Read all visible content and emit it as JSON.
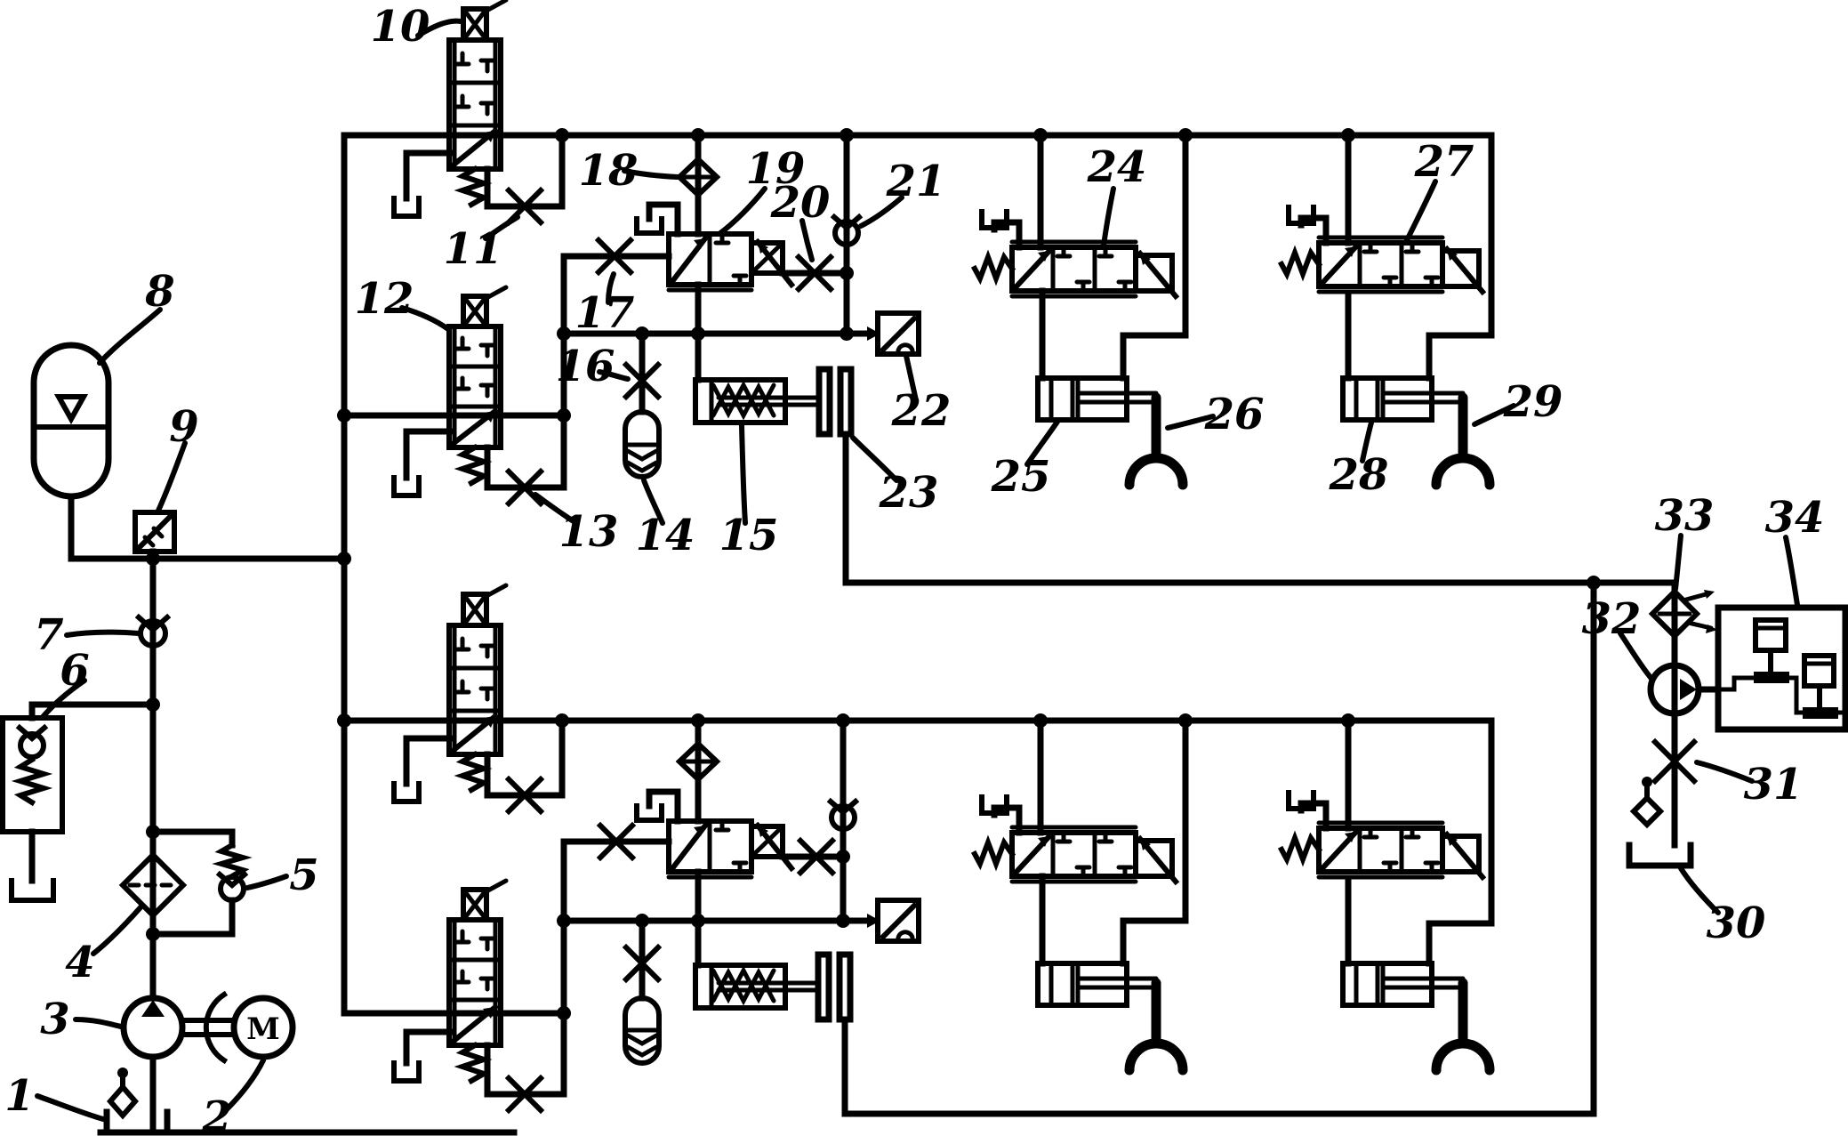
{
  "figure": {
    "background_color": "#ffffff",
    "ink_color": "#000000",
    "motor_letter": "M"
  },
  "labels": {
    "n1": {
      "text": "1"
    },
    "n2": {
      "text": "2"
    },
    "n3": {
      "text": "3"
    },
    "n4": {
      "text": "4"
    },
    "n5": {
      "text": "5"
    },
    "n6": {
      "text": "6"
    },
    "n7": {
      "text": "7"
    },
    "n8": {
      "text": "8"
    },
    "n9": {
      "text": "9"
    },
    "n10": {
      "text": "10"
    },
    "n11": {
      "text": "11"
    },
    "n12": {
      "text": "12"
    },
    "n13": {
      "text": "13"
    },
    "n14": {
      "text": "14"
    },
    "n15": {
      "text": "15"
    },
    "n16": {
      "text": "16"
    },
    "n17": {
      "text": "17"
    },
    "n18": {
      "text": "18"
    },
    "n19": {
      "text": "19"
    },
    "n20": {
      "text": "20"
    },
    "n21": {
      "text": "21"
    },
    "n22": {
      "text": "22"
    },
    "n23": {
      "text": "23"
    },
    "n24": {
      "text": "24"
    },
    "n25": {
      "text": "25"
    },
    "n26": {
      "text": "26"
    },
    "n27": {
      "text": "27"
    },
    "n28": {
      "text": "28"
    },
    "n29": {
      "text": "29"
    },
    "n30": {
      "text": "30"
    },
    "n31": {
      "text": "31"
    },
    "n32": {
      "text": "32"
    },
    "n33": {
      "text": "33"
    },
    "n34": {
      "text": "34"
    }
  }
}
